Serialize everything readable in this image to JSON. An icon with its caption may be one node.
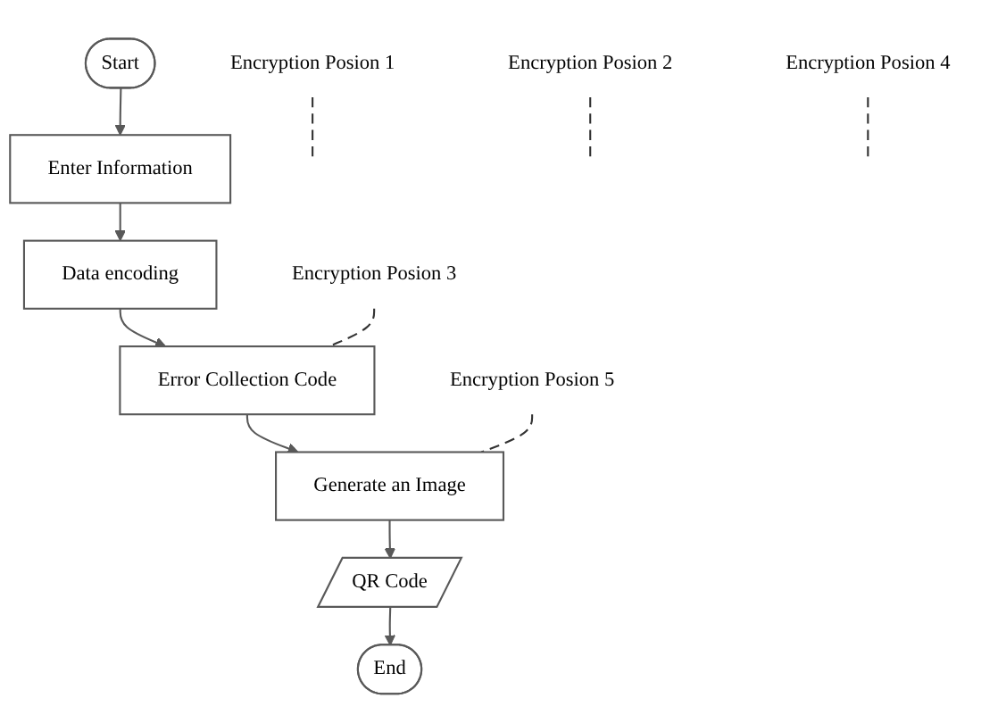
{
  "diagram": {
    "nodes": [
      {
        "text": [
          "Start"
        ]
      },
      {
        "text": [
          "Enter Information"
        ]
      },
      {
        "text": [
          "Data encoding"
        ]
      },
      {
        "text": [
          "Error Collection Code"
        ]
      },
      {
        "text": [
          "Generate an Image"
        ]
      },
      {
        "text": [
          "QR Code"
        ]
      },
      {
        "text": [
          "End"
        ]
      },
      {
        "text": [
          "Encryption Posion 1"
        ]
      },
      {
        "text": [
          "Encryption Posion 2"
        ]
      },
      {
        "text": [
          "Encryption Posion 3"
        ]
      },
      {
        "text": [
          "Encryption Posion 4"
        ]
      },
      {
        "text": [
          "Encryption Posion 5"
        ]
      }
    ],
    "edges": [
      {
        "from": 0,
        "to": 1,
        "arrow": "to"
      },
      {
        "from": 1,
        "to": 2,
        "arrow": "to"
      },
      {
        "from": 2,
        "to": 3,
        "arrow": "to"
      },
      {
        "from": 3,
        "to": 4,
        "arrow": "to"
      },
      {
        "from": 4,
        "to": 5,
        "arrow": "to"
      },
      {
        "from": 5,
        "to": 6,
        "arrow": "to"
      },
      {
        "from": 7,
        "to": null,
        "arrow": "none",
        "style": "dashed"
      },
      {
        "from": 8,
        "to": null,
        "arrow": "none",
        "style": "dashed"
      },
      {
        "from": 9,
        "to": 3,
        "arrow": "none",
        "style": "dashed"
      },
      {
        "from": 10,
        "to": null,
        "arrow": "none",
        "style": "dashed"
      },
      {
        "from": 11,
        "to": 4,
        "arrow": "none",
        "style": "dashed"
      }
    ]
  }
}
